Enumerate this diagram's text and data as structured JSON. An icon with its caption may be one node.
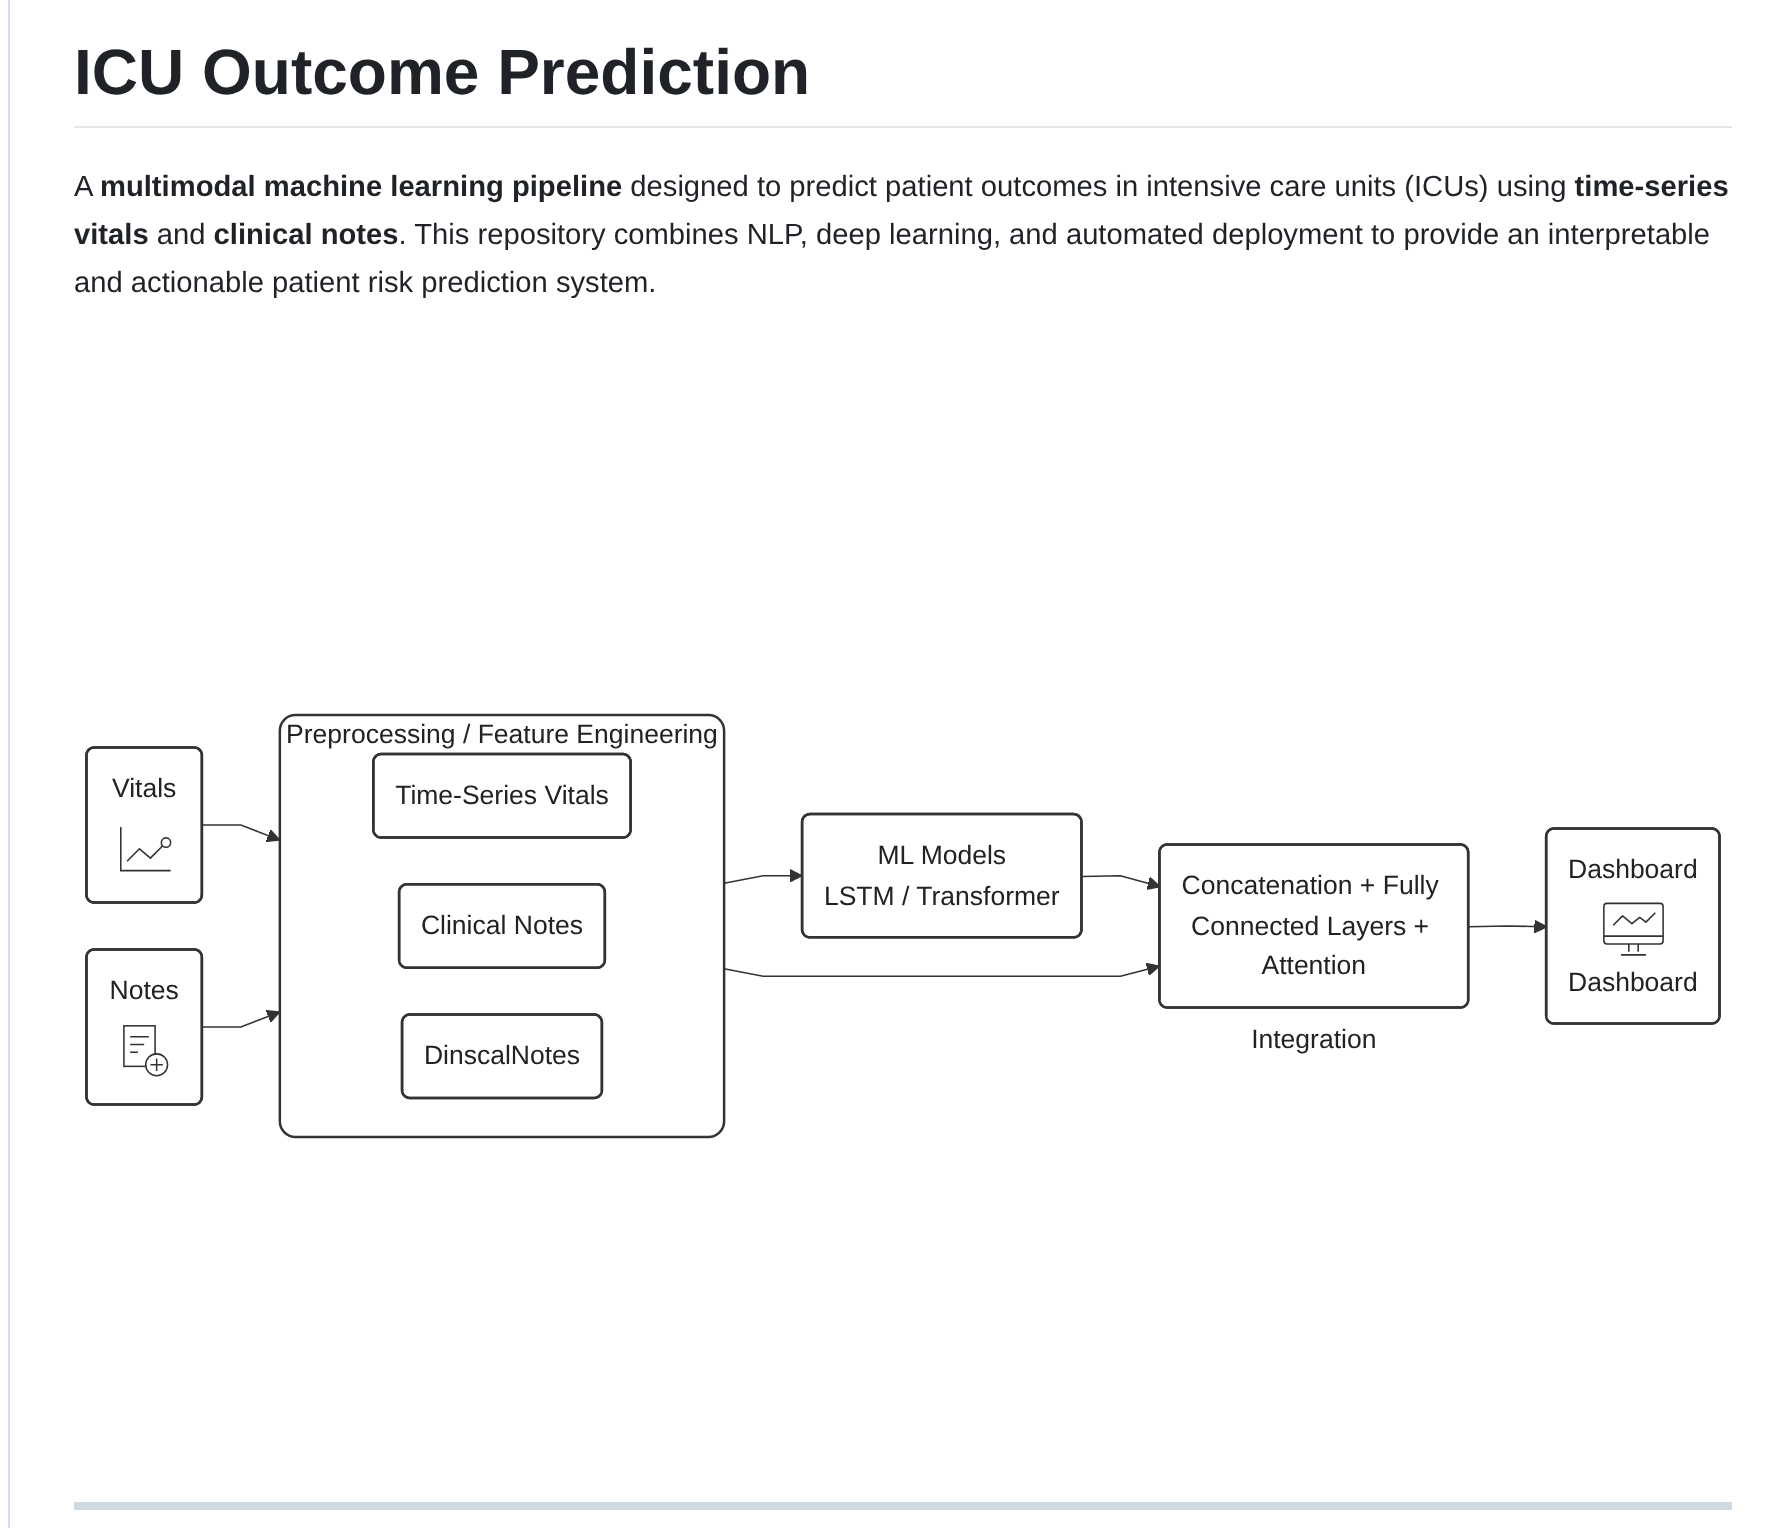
{
  "diagram": {
    "title": "ICU Outcome Prediction",
    "nodes": [
      {
        "text": [
          "Vitals"
        ]
      },
      {
        "text": [
          "Notes"
        ]
      },
      {
        "text": [
          "Preprocessing / Feature Engineering"
        ]
      },
      {
        "text": [
          "Time-Series Vitals"
        ],
        "in": 2
      },
      {
        "text": [
          "Clinical Notes"
        ],
        "in": 2
      },
      {
        "text": [
          "DinscalNotes"
        ],
        "in": 2
      },
      {
        "text": [
          "ML Models",
          "LSTM / Transformer"
        ]
      },
      {
        "text": [
          "Concatenation + Fully Connected Layers + Attention"
        ],
        "beside": [
          "Integration"
        ]
      },
      {
        "text": [
          "Dashboard",
          "Dashboard"
        ]
      }
    ],
    "edges": [
      {
        "from": 0,
        "to": 2,
        "arrow": "to"
      },
      {
        "from": 1,
        "to": 2,
        "arrow": "to"
      },
      {
        "from": 2,
        "to": 6,
        "arrow": "to"
      },
      {
        "from": 2,
        "to": 7,
        "arrow": "to"
      },
      {
        "from": 6,
        "to": 7,
        "arrow": "to"
      },
      {
        "from": 7,
        "to": 8,
        "arrow": "to"
      }
    ],
    "labels": [
      "A **multimodal machine learning pipeline** designed to predict patient outcomes in intensive care units (ICUs) using **time-series vitals** and **clinical notes**. This repository combines NLP, deep learning, and automated deployment to provide an interpretable and actionable patient risk prediction system."
    ]
  }
}
